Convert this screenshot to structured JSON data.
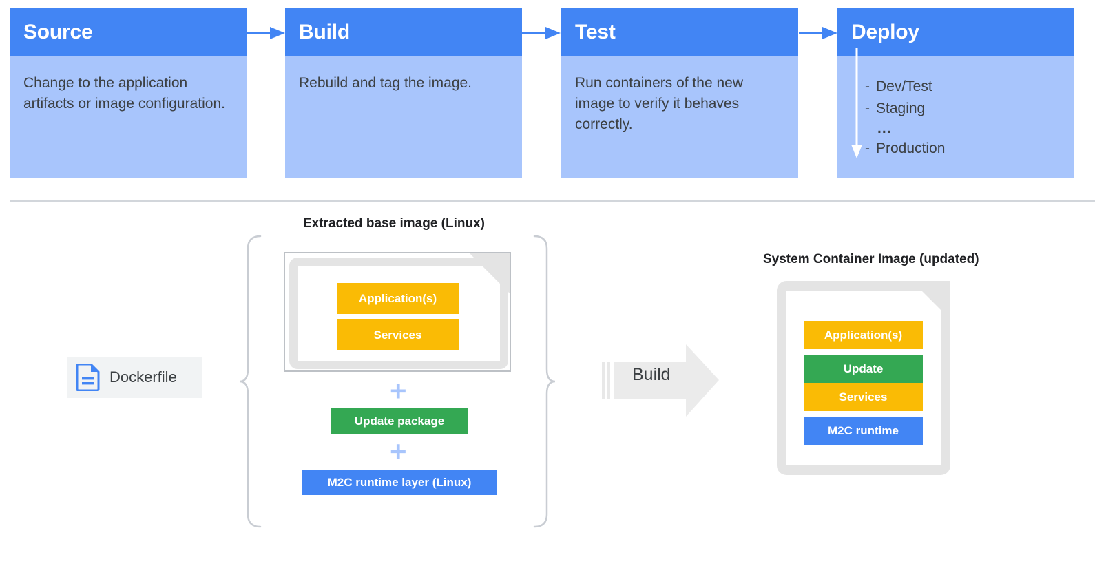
{
  "colors": {
    "header_blue": "#4285F4",
    "body_blue": "#A8C5FC",
    "yellow": "#FABB05",
    "green": "#34A853",
    "blue": "#4285F4",
    "gray_frame": "#E4E4E4",
    "gray_border": "#BDC1C6",
    "divider": "#D2D6DB",
    "text": "#3C4043"
  },
  "pipeline": {
    "cards": [
      {
        "title": "Source",
        "text": "Change to the application artifacts or image configuration."
      },
      {
        "title": "Build",
        "text": "Rebuild and tag the image."
      },
      {
        "title": "Test",
        "text": "Run containers of the new image to verify it behaves correctly."
      },
      {
        "title": "Deploy",
        "text": ""
      }
    ],
    "arrow_icon": "arrow-right-icon",
    "deploy": {
      "down_arrow_icon": "arrow-down-icon",
      "items": [
        {
          "marker": "-",
          "label": "Dev/Test"
        },
        {
          "marker": "-",
          "label": "Staging"
        },
        {
          "marker": "...",
          "label": ""
        },
        {
          "marker": "-",
          "label": "Production"
        }
      ],
      "ellipsis": "..."
    }
  },
  "build_diagram": {
    "dockerfile": {
      "icon": "file-document-icon",
      "label": "Dockerfile"
    },
    "base_image": {
      "caption": "Extracted base image (Linux)",
      "layers": [
        {
          "label": "Application(s)",
          "color": "#FABB05"
        },
        {
          "label": "Services",
          "color": "#FABB05"
        }
      ]
    },
    "plus_symbol": "+",
    "additions": [
      {
        "label": "Update package",
        "color": "#34A853"
      },
      {
        "label": "M2C runtime layer (Linux)",
        "color": "#4285F4"
      }
    ],
    "build_arrow": {
      "label": "Build",
      "icon": "block-arrow-right-icon"
    },
    "output_image": {
      "caption": "System Container Image (updated)",
      "layers": [
        {
          "label": "Application(s)",
          "color": "#FABB05"
        },
        {
          "label": "Update",
          "color": "#34A853"
        },
        {
          "label": "Services",
          "color": "#FABB05"
        },
        {
          "label": "M2C runtime",
          "color": "#4285F4"
        }
      ]
    }
  }
}
